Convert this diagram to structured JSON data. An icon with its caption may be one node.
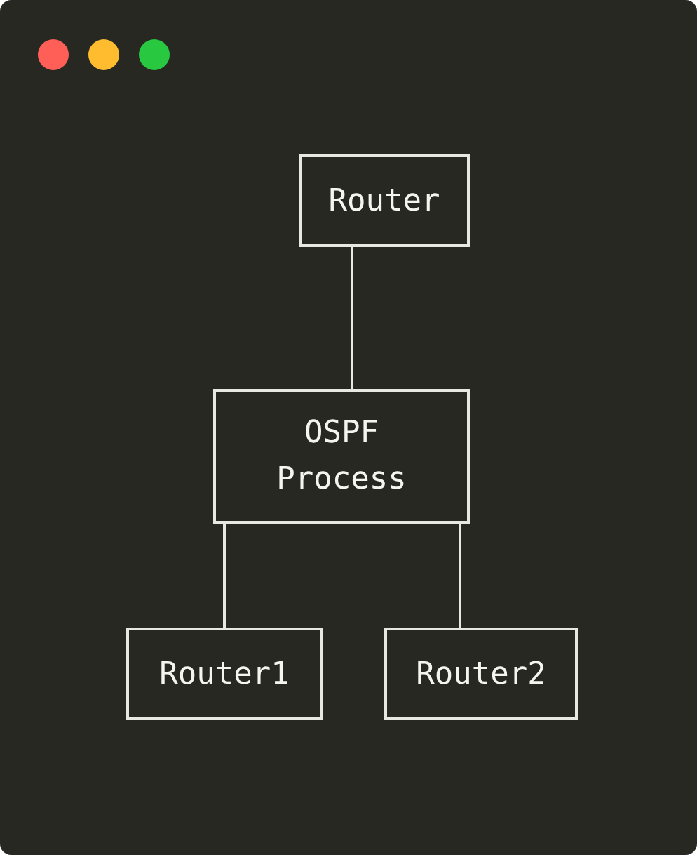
{
  "diagram": {
    "nodes": [
      {
        "text": [
          "Router"
        ]
      },
      {
        "text": [
          "OSPF Process"
        ]
      },
      {
        "text": [
          "Router1"
        ]
      },
      {
        "text": [
          "Router2"
        ]
      }
    ],
    "edges": [
      {
        "from": 0,
        "to": 1,
        "arrow": "none"
      },
      {
        "from": 1,
        "to": 2,
        "arrow": "none"
      },
      {
        "from": 1,
        "to": 3,
        "arrow": "none"
      }
    ]
  }
}
